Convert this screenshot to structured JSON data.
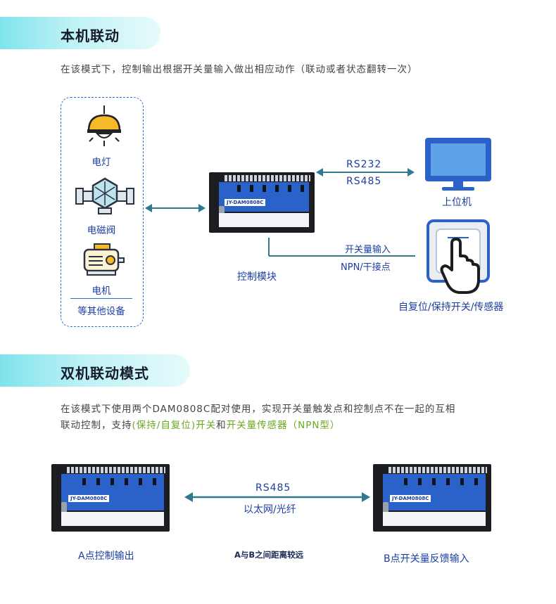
{
  "section1": {
    "title": "本机联动",
    "desc": "在该模式下，控制输出根据开关量输入做出相应动作（联动或者状态翻转一次）"
  },
  "devices": {
    "lamp": "电灯",
    "valve": "电磁阀",
    "motor": "电机",
    "others": "等其他设备"
  },
  "links": {
    "rs232": "RS232",
    "rs485": "RS485",
    "switch_input": "开关量输入",
    "npn": "NPN/干接点"
  },
  "module": {
    "caption": "控制模块",
    "model": "JY-DAM0808C"
  },
  "host": "上位机",
  "switch_device": "自复位/保持开关/传感器",
  "section2": {
    "title": "双机联动模式",
    "desc_line1": "在该模式下使用两个DAM0808C配对使用，实现开关量触发点和控制点不在一起的互相",
    "desc_line2_a": "联动控制，支持",
    "desc_line2_b": "(保持/自复位)开关",
    "desc_line2_c": "和",
    "desc_line2_d": "开关量传感器（NPN型）"
  },
  "dual": {
    "link_top": "RS485",
    "link_bottom": "以太网/光纤",
    "a_label": "A点控制输出",
    "b_label": "B点开关量反馈输入",
    "distance": "A与B之间距离较远"
  },
  "colors": {
    "accent_blue": "#2a62c9",
    "text_blue": "#1c3ea3",
    "arrow_teal": "#2f7a92",
    "highlight_green": "#6aa81f"
  }
}
